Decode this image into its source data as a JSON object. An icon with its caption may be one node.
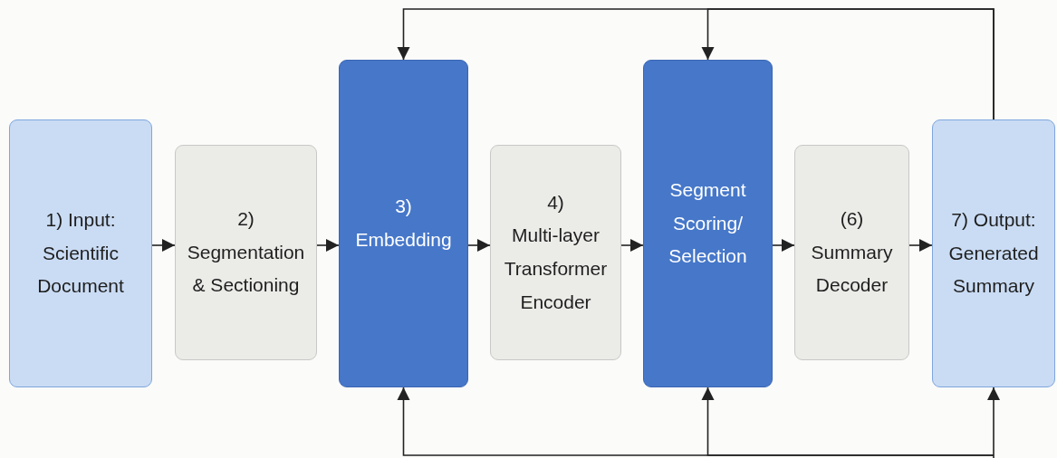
{
  "diagram": {
    "nodes": [
      {
        "text": [
          "1) Input:",
          "Scientific Document"
        ]
      },
      {
        "text": [
          "2)",
          "Segmentation & Sectioning"
        ]
      },
      {
        "text": [
          "3)",
          "Embedding"
        ]
      },
      {
        "text": [
          "4)",
          "Multi-layer Transformer Encoder"
        ]
      },
      {
        "text": [
          "Segment Scoring/ Selection"
        ]
      },
      {
        "text": [
          "(6)",
          "Summary Decoder"
        ]
      },
      {
        "text": [
          "7) Output:",
          "Generated Summary"
        ]
      }
    ],
    "edges": [
      {
        "from": 0,
        "to": 1,
        "arrow": "to"
      },
      {
        "from": 1,
        "to": 2,
        "arrow": "to"
      },
      {
        "from": 2,
        "to": 3,
        "arrow": "to"
      },
      {
        "from": 3,
        "to": 4,
        "arrow": "to"
      },
      {
        "from": 4,
        "to": 5,
        "arrow": "to"
      },
      {
        "from": 5,
        "to": 6,
        "arrow": "to"
      },
      {
        "from": 6,
        "to": 2,
        "arrow": "to"
      },
      {
        "from": 6,
        "to": 4,
        "arrow": "to"
      },
      {
        "from": null,
        "to": 2,
        "arrow": "to"
      },
      {
        "from": null,
        "to": 4,
        "arrow": "to"
      },
      {
        "from": null,
        "to": 6,
        "arrow": "to"
      }
    ]
  }
}
